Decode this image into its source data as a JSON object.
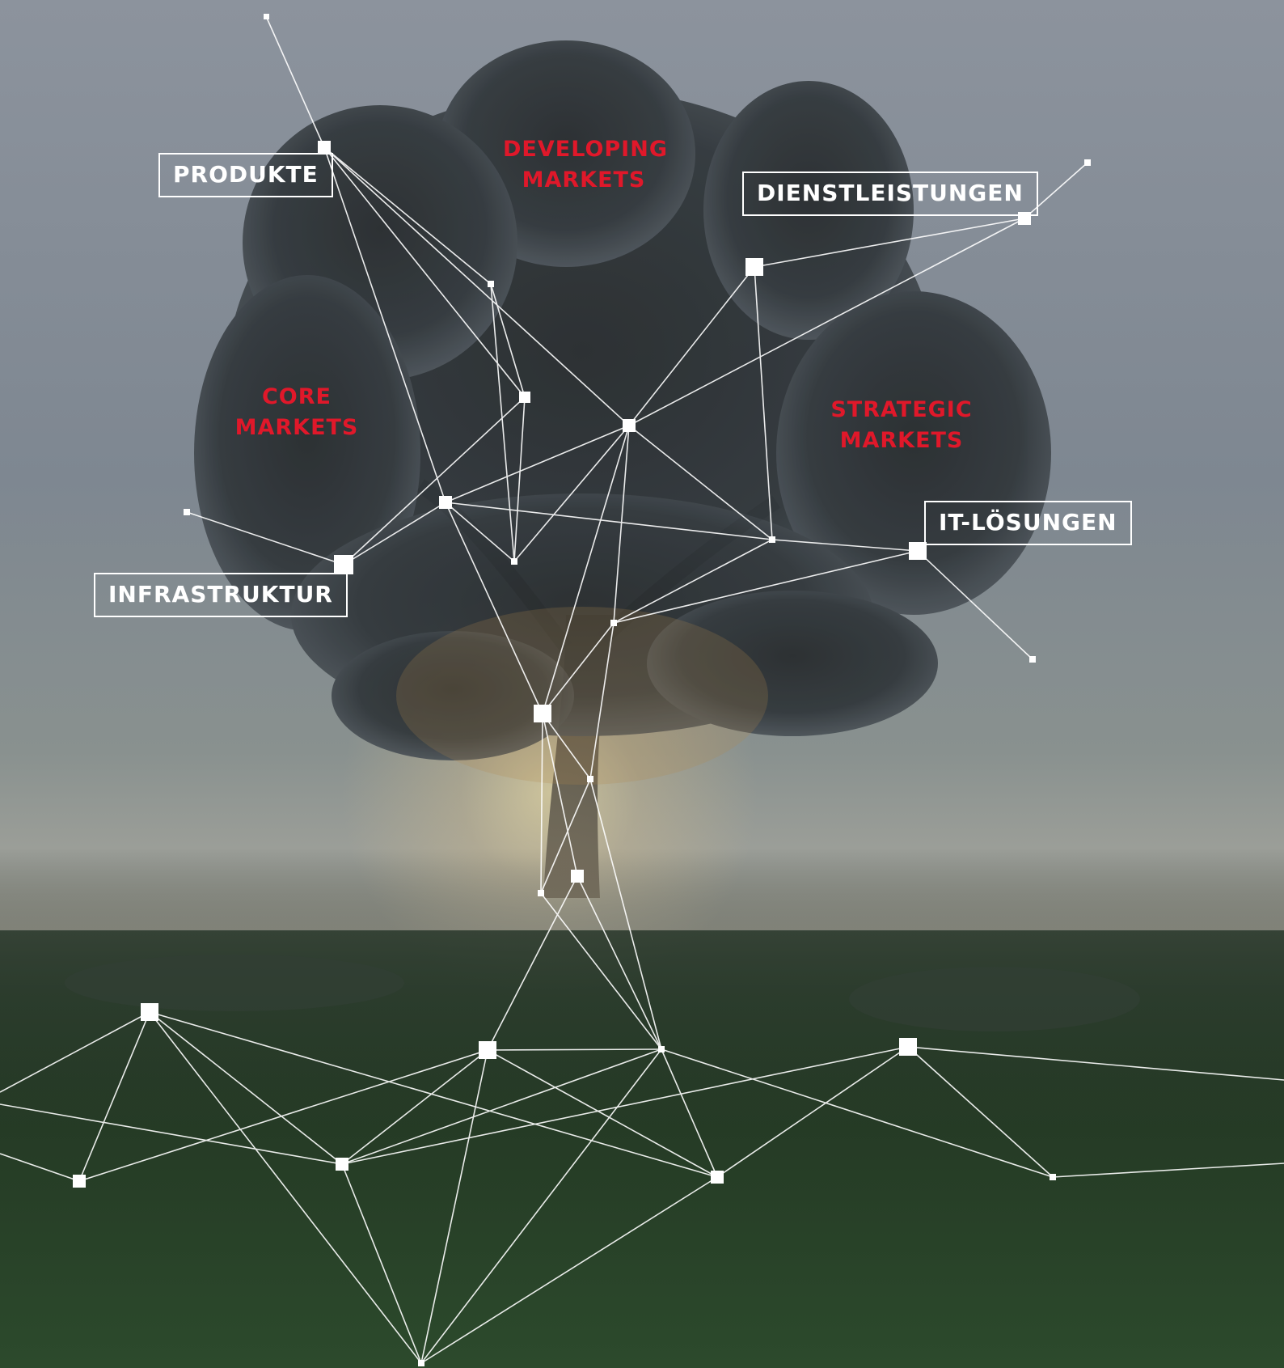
{
  "labels": {
    "produkte": "PRODUKTE",
    "dienstleistungen": "DIENSTLEISTUNGEN",
    "it_loesungen": "IT-LÖSUNGEN",
    "infrastruktur": "INFRASTRUKTUR"
  },
  "markets": {
    "developing": {
      "line1": "DEVELOPING",
      "line2": "MARKETS"
    },
    "core": {
      "line1": "CORE",
      "line2": "MARKETS"
    },
    "strategic": {
      "line1": "STRATEGIC",
      "line2": "MARKETS"
    }
  },
  "colors": {
    "market_red": "#e0182a",
    "node_white": "#ffffff",
    "line_white": "#ffffff"
  }
}
